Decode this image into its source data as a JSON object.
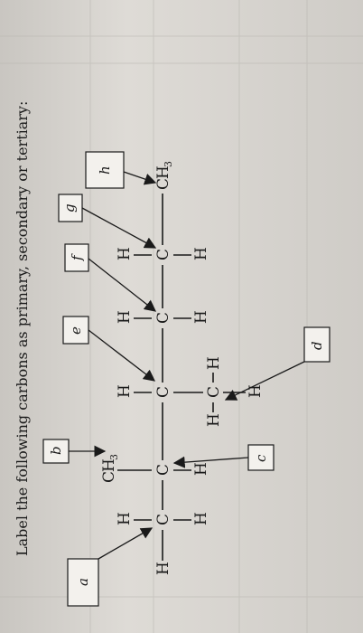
{
  "instruction": "Label the following carbons as primary, secondary or tertiary:",
  "labels": [
    "a",
    "b",
    "c",
    "d",
    "e",
    "f",
    "g",
    "h"
  ],
  "atoms": {
    "H": "H",
    "C": "C",
    "CH": "C",
    "sub3": "3"
  }
}
